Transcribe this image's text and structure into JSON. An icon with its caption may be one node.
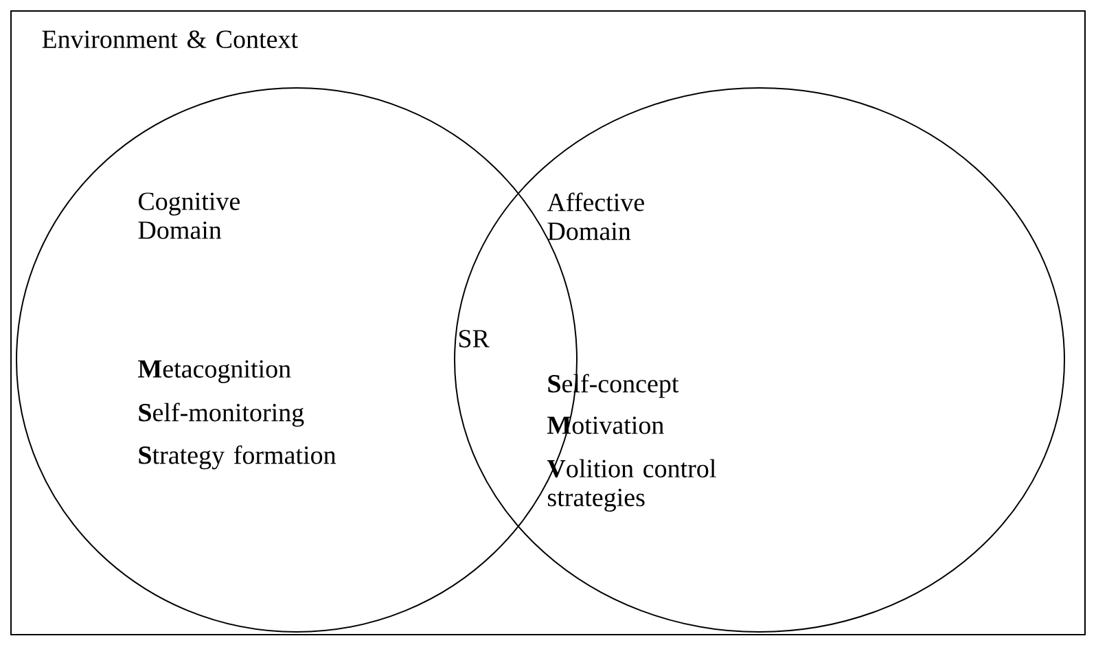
{
  "diagram": {
    "nodes": [
      {
        "text": [
          "Environment & Context"
        ]
      },
      {
        "text": [
          "Cognitive Domain",
          "**M**etacognition",
          "**S**elf-monitoring",
          "**S**trategy formation"
        ],
        "in": 0
      },
      {
        "text": [
          "Affective Domain",
          "**S**elf-concept",
          "**M**otivation",
          "**V**olition control strategies"
        ],
        "in": 0
      }
    ],
    "labels": [
      "SR"
    ]
  }
}
